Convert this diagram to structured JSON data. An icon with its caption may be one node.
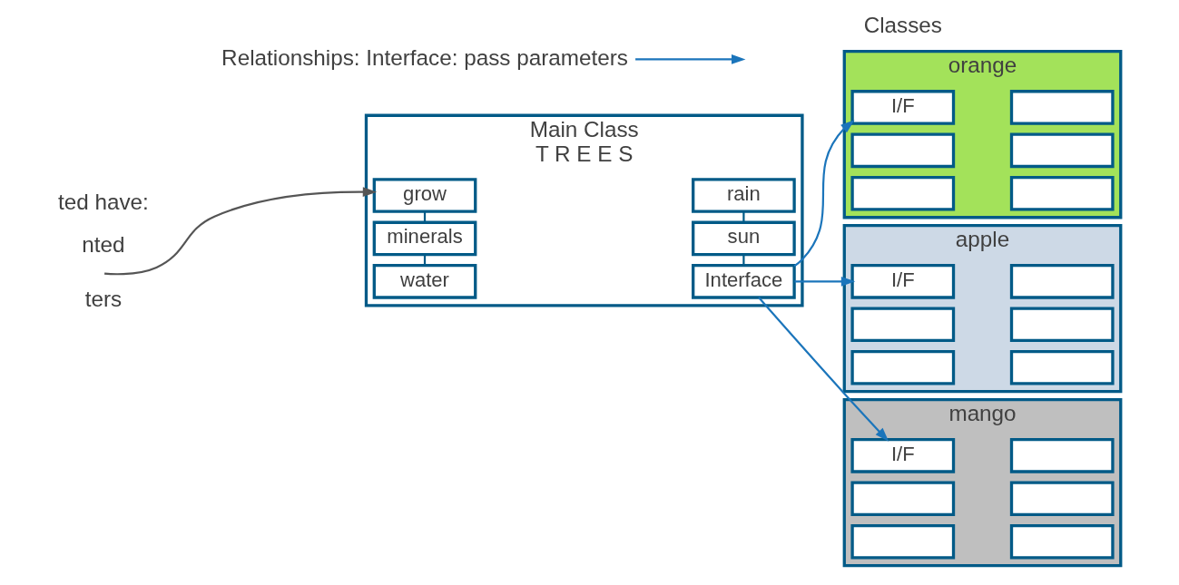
{
  "diagram": {
    "nodes": [
      {
        "text": [
          "Main Class",
          "T R E E S"
        ]
      },
      {
        "text": [
          "water"
        ],
        "in": 0
      },
      {
        "text": [
          "minerals"
        ],
        "in": 0
      },
      {
        "text": [
          "grow"
        ],
        "in": 0
      },
      {
        "text": [
          "Interface"
        ],
        "in": 0
      },
      {
        "text": [
          "sun"
        ],
        "in": 0
      },
      {
        "text": [
          "rain"
        ],
        "in": 0
      },
      {
        "text": [
          "Relationships: Interface: pass parameters"
        ]
      },
      {
        "text": [
          "orange"
        ]
      },
      {
        "text": [
          "I/F"
        ],
        "in": 8
      },
      {
        "text": [],
        "shape": "box",
        "in": 8
      },
      {
        "text": [],
        "shape": "box",
        "in": 8
      },
      {
        "text": [],
        "shape": "box",
        "in": 8
      },
      {
        "text": [],
        "shape": "box",
        "in": 8
      },
      {
        "text": [],
        "shape": "box",
        "in": 8
      },
      {
        "text": [
          "apple"
        ]
      },
      {
        "text": [
          "I/F"
        ],
        "in": 15
      },
      {
        "text": [],
        "shape": "box",
        "in": 15
      },
      {
        "text": [],
        "shape": "box",
        "in": 15
      },
      {
        "text": [],
        "shape": "box",
        "in": 15
      },
      {
        "text": [],
        "shape": "box",
        "in": 15
      },
      {
        "text": [],
        "shape": "box",
        "in": 15
      },
      {
        "text": [
          "mango"
        ]
      },
      {
        "text": [
          "I/F"
        ],
        "in": 22
      },
      {
        "text": [],
        "shape": "box",
        "in": 22
      },
      {
        "text": [],
        "shape": "box",
        "in": 22
      },
      {
        "text": [],
        "shape": "box",
        "in": 22
      },
      {
        "text": [],
        "shape": "box",
        "in": 22
      },
      {
        "text": [],
        "shape": "box",
        "in": 22
      }
    ],
    "edges": [
      {
        "from": 1,
        "to": 2,
        "arrow": "none"
      },
      {
        "from": 2,
        "to": 3,
        "arrow": "none"
      },
      {
        "from": 4,
        "to": 5,
        "arrow": "none"
      },
      {
        "from": 5,
        "to": 6,
        "arrow": "none"
      },
      {
        "from": 4,
        "to": 9,
        "arrow": "to",
        "color": "#1b75bb"
      },
      {
        "from": 4,
        "to": 16,
        "arrow": "to",
        "color": "#1b75bb"
      },
      {
        "from": 4,
        "to": 23,
        "arrow": "to",
        "color": "#1b75bb"
      },
      {
        "from": 7,
        "to": null,
        "arrow": "to",
        "color": "#1b75bb"
      },
      {
        "from": null,
        "to": 3,
        "arrow": "to",
        "color": "#555555"
      }
    ],
    "labels": [
      "Classes",
      "ted have:",
      "nted",
      "ters"
    ]
  }
}
